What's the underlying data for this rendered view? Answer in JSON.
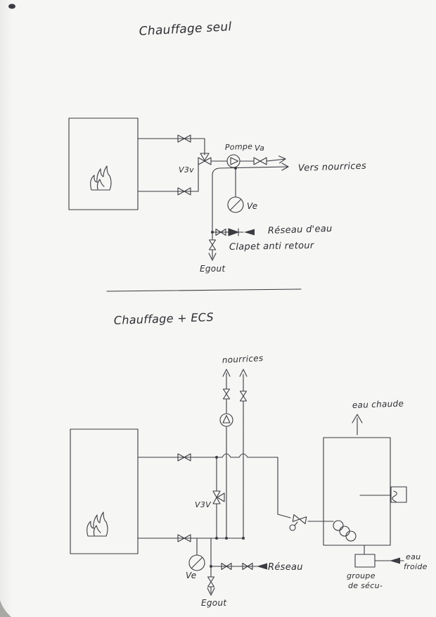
{
  "page": {
    "paper_color": "#f6f6f4",
    "ink_color": "#3b3b42"
  },
  "top_diagram": {
    "title": "Chauffage seul",
    "labels": {
      "v3v": "V3v",
      "pompe": "Pompe",
      "va": "Va",
      "vers_nourrices": "Vers nourrices",
      "ve": "Ve",
      "reseau_eau": "Réseau d'eau",
      "clapet": "Clapet anti retour",
      "egout": "Egout"
    }
  },
  "bottom_diagram": {
    "title": "Chauffage + ECS",
    "labels": {
      "nourrices": "nourrices",
      "eau_chaude": "eau chaude",
      "v3v": "V3V",
      "ve": "Ve",
      "reseau": "Réseau",
      "egout": "Egout",
      "groupe_secu_line1": "groupe",
      "groupe_secu_line2": "de sécu-",
      "eau_froide_line1": "eau",
      "eau_froide_line2": "froide"
    }
  }
}
